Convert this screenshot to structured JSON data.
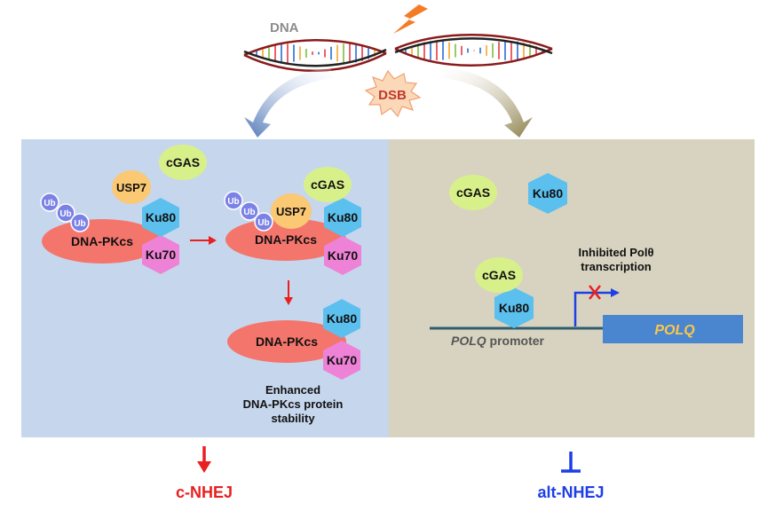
{
  "top": {
    "dna_label": "DNA",
    "dsb_label": "DSB"
  },
  "left_panel": {
    "row1": {
      "ub": [
        "Ub",
        "Ub",
        "Ub"
      ],
      "usp7": "USP7",
      "cgas": "cGAS",
      "dnapkcs": "DNA-PKcs",
      "ku80": "Ku80",
      "ku70": "Ku70"
    },
    "row1b": {
      "ub": [
        "Ub",
        "Ub",
        "Ub"
      ],
      "usp7": "USP7",
      "cgas": "cGAS",
      "dnapkcs": "DNA-PKcs",
      "ku80": "Ku80",
      "ku70": "Ku70"
    },
    "row2": {
      "dnapkcs": "DNA-PKcs",
      "ku80": "Ku80",
      "ku70": "Ku70",
      "caption": [
        "Enhanced",
        "DNA-PKcs protein",
        "stability"
      ]
    },
    "outcome": "c-NHEJ"
  },
  "right_panel": {
    "cgas_free": "cGAS",
    "ku80_free": "Ku80",
    "cgas_bound": "cGAS",
    "ku80_bound": "Ku80",
    "inhibited_label": [
      "Inhibited Polθ",
      "transcription"
    ],
    "promoter_italic": "POLQ",
    "promoter_rest": " promoter",
    "gene": "POLQ",
    "outcome": "alt-NHEJ"
  },
  "colors": {
    "left_bg": "#c6d6ed",
    "right_bg": "#d8d3c0",
    "dnapkcs": "#f4756c",
    "ku80": "#5bc0ee",
    "ku70": "#ee82d6",
    "cgas": "#d8f08a",
    "usp7": "#fbc873",
    "ub": "#7b82e6",
    "dsb": "#fbd9b8",
    "gene": "#4a86cf",
    "red": "#e82020",
    "blue": "#1d3fe6"
  }
}
